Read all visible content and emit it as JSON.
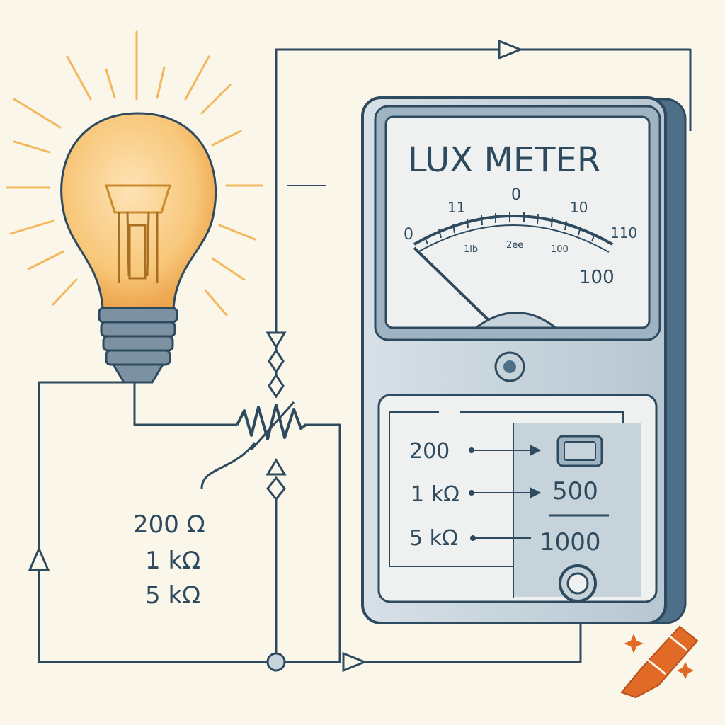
{
  "meter": {
    "title": "LUX METER",
    "scale_labels": [
      "0",
      "11",
      "0",
      "10",
      "110"
    ],
    "scale_sublabels": [
      "1lb",
      "2ee",
      "100"
    ],
    "reading": "100",
    "selector": {
      "left_labels": [
        "200",
        "1 kΩ",
        "5 kΩ"
      ],
      "right_labels": [
        "500",
        "1000"
      ]
    }
  },
  "resistor_labels": [
    "200 Ω",
    "1 kΩ",
    "5 kΩ"
  ],
  "colors": {
    "ink": "#2e4a5f",
    "meter_face": "#eef1ef",
    "meter_body": "#c7d3db",
    "meter_dark": "#4e6f88",
    "bulb": "#f8c77a",
    "rays": "#f3b85d",
    "crayon": "#e06a26"
  },
  "icons": [
    "lightbulb-icon",
    "crayon-icon",
    "sparkle-icon"
  ]
}
